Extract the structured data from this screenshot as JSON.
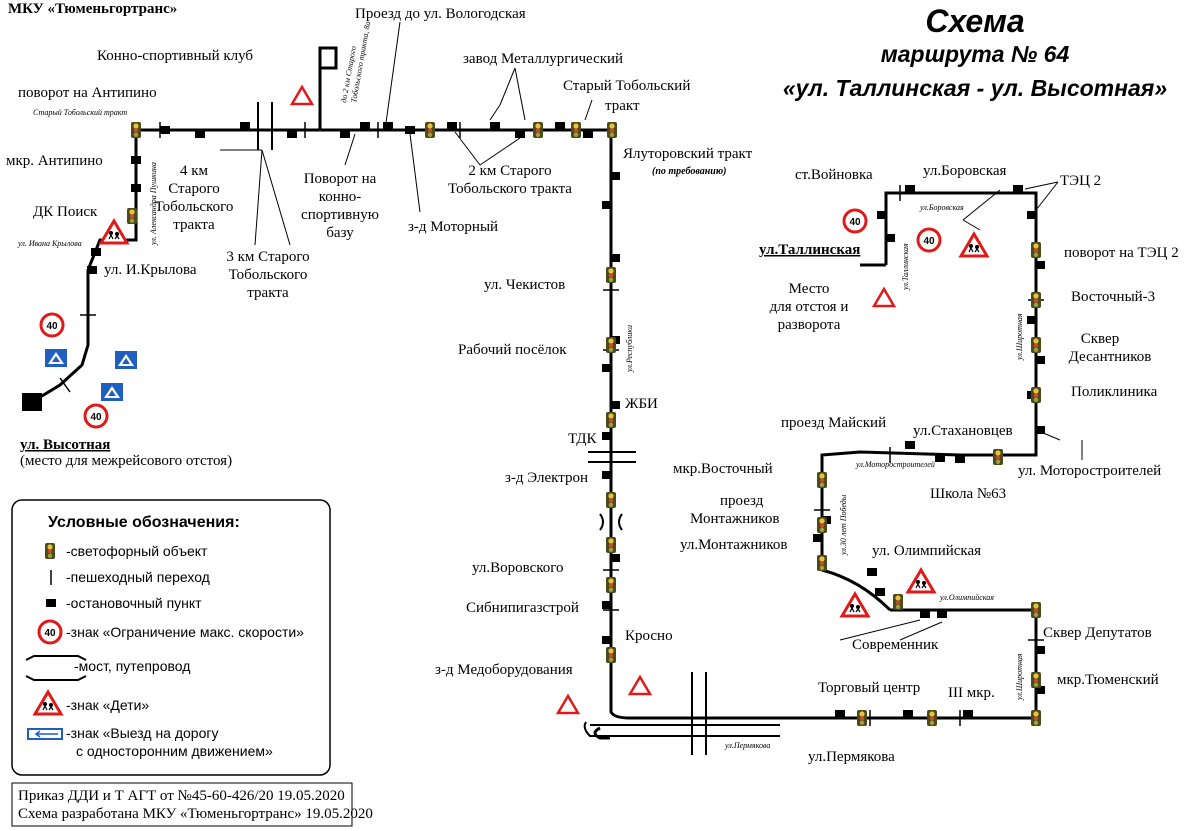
{
  "org": "МКУ «Тюменьгортранс»",
  "title": {
    "line1": "Схема",
    "line2": "маршрута № 64",
    "line3": "«ул. Таллинская - ул. Высотная»"
  },
  "labels": {
    "konno_club": "Конно-спортивный клуб",
    "proezd_vologodskaya": "Проезд до ул. Вологодская",
    "zavod_metall": "завод Металлургический",
    "stary_tobolsky_1": "Старый Тобольский",
    "stary_tobolsky_2": "тракт",
    "povorot_antipino": "поворот на Антипино",
    "road_stary_tobolsky": "Старый Тобольский тракт",
    "road_2km_1": "до 2 км Старого",
    "road_2km_2": "Тобольского тракта, 8а",
    "mkr_antipino": "мкр. Антипино",
    "km4_1": "4 км",
    "km4_2": "Старого",
    "km4_3": "Тобольского",
    "km4_4": "тракта",
    "povorot_konno_1": "Поворот на",
    "povorot_konno_2": "конно-",
    "povorot_konno_3": "спортивную",
    "povorot_konno_4": "базу",
    "zd_motorny": "з-д Моторный",
    "km2_1": "2 км Старого",
    "km2_2": "Тобольского тракта",
    "yalutorovsky": "Ялуторовский тракт",
    "po_trebovaniyu": "(по требованию)",
    "dk_poisk": "ДК Поиск",
    "road_pushkina": "ул. Александра Пушкина",
    "road_krylova": "ул. Ивана Крылова",
    "ul_krylova": "ул. И.Крылова",
    "km3_1": "3 км Старого",
    "km3_2": "Тобольского",
    "km3_3": "тракта",
    "ul_chekistov": "ул. Чекистов",
    "rabochy_posyolok": "Рабочий посёлок",
    "road_respubliki": "ул.Республики",
    "zhbi": "ЖБИ",
    "tdk": "ТДК",
    "zd_elektron": "з-д Электрон",
    "ul_vorovskogo": "ул.Воровского",
    "sibnipi": "Сибнипигазстрой",
    "krosno": "Кросно",
    "zd_medoborud": "з-д Медоборудования",
    "road_permyakova": "ул.Пермякова",
    "ul_permyakova": "ул.Пермякова",
    "torgovy_centr": "Торговый центр",
    "iii_mkr": "III мкр.",
    "mkr_tyumensky": "мкр.Тюменский",
    "skver_deputatov": "Сквер Депутатов",
    "road_shirotnaya_1": "ул.Широтная",
    "road_shirotnaya_2": "ул.Широтная",
    "sovremennik": "Современник",
    "ul_olimpiyskaya": "ул. Олимпийская",
    "road_olimpiyskaya": "ул.Олимпийская",
    "ul_montazhnikov": "ул.Монтажников",
    "proezd_montazh_1": "проезд",
    "proezd_montazh_2": "Монтажников",
    "mkr_vostochny": "мкр.Восточный",
    "road_30let": "ул.30 лет Победы",
    "proezd_maysky": "проезд Майский",
    "ul_stakhanovtsev": "ул.Стахановцев",
    "road_motorostroiteley": "ул.Моторостроителей",
    "shkola63": "Школа №63",
    "ul_motorostroiteley": "ул. Моторостроителей",
    "poliklinika": "Поликлиника",
    "skver_desant_1": "Сквер",
    "skver_desant_2": "Десантников",
    "vostochny3": "Восточный-3",
    "povorot_tec2": "поворот на ТЭЦ 2",
    "tec2": "ТЭЦ 2",
    "ul_borovskaya": "ул.Боровская",
    "road_borovskaya": "ул.Боровская",
    "st_voynovka": "ст.Войновка",
    "ul_tallinskaya": "ул.Таллинская",
    "road_tallinskaya": "ул.Таллинская",
    "mesto_otstoya_1": "Место",
    "mesto_otstoya_2": "для отстоя и",
    "mesto_otstoya_3": "разворота",
    "ul_vysotnaya": "ул. Высотная",
    "mezhreys": "(место для межрейсового отстоя)",
    "speed_limit": "40"
  },
  "legend": {
    "heading": "Условные обозначения:",
    "traffic_light": "-светофорный объект",
    "crossing": "-пешеходный переход",
    "stop": "-остановочный пункт",
    "speed_sign": "-знак «Ограничение макс. скорости»",
    "bridge": "-мост, путепровод",
    "children": "-знак «Дети»",
    "oneway_1": "-знак «Выезд на дорогу",
    "oneway_2": "с односторонним движением»"
  },
  "footer": {
    "line1": "Приказ ДДИ и Т АГТ от №45-60-426/20 19.05.2020",
    "line2": "Схема разработана МКУ «Тюменьгортранс» 19.05.2020"
  },
  "colors": {
    "route": "#000000",
    "sign_red": "#e01a1a",
    "sign_blue": "#1f5fbf",
    "traffic_light_body": "#6b6b2a"
  }
}
